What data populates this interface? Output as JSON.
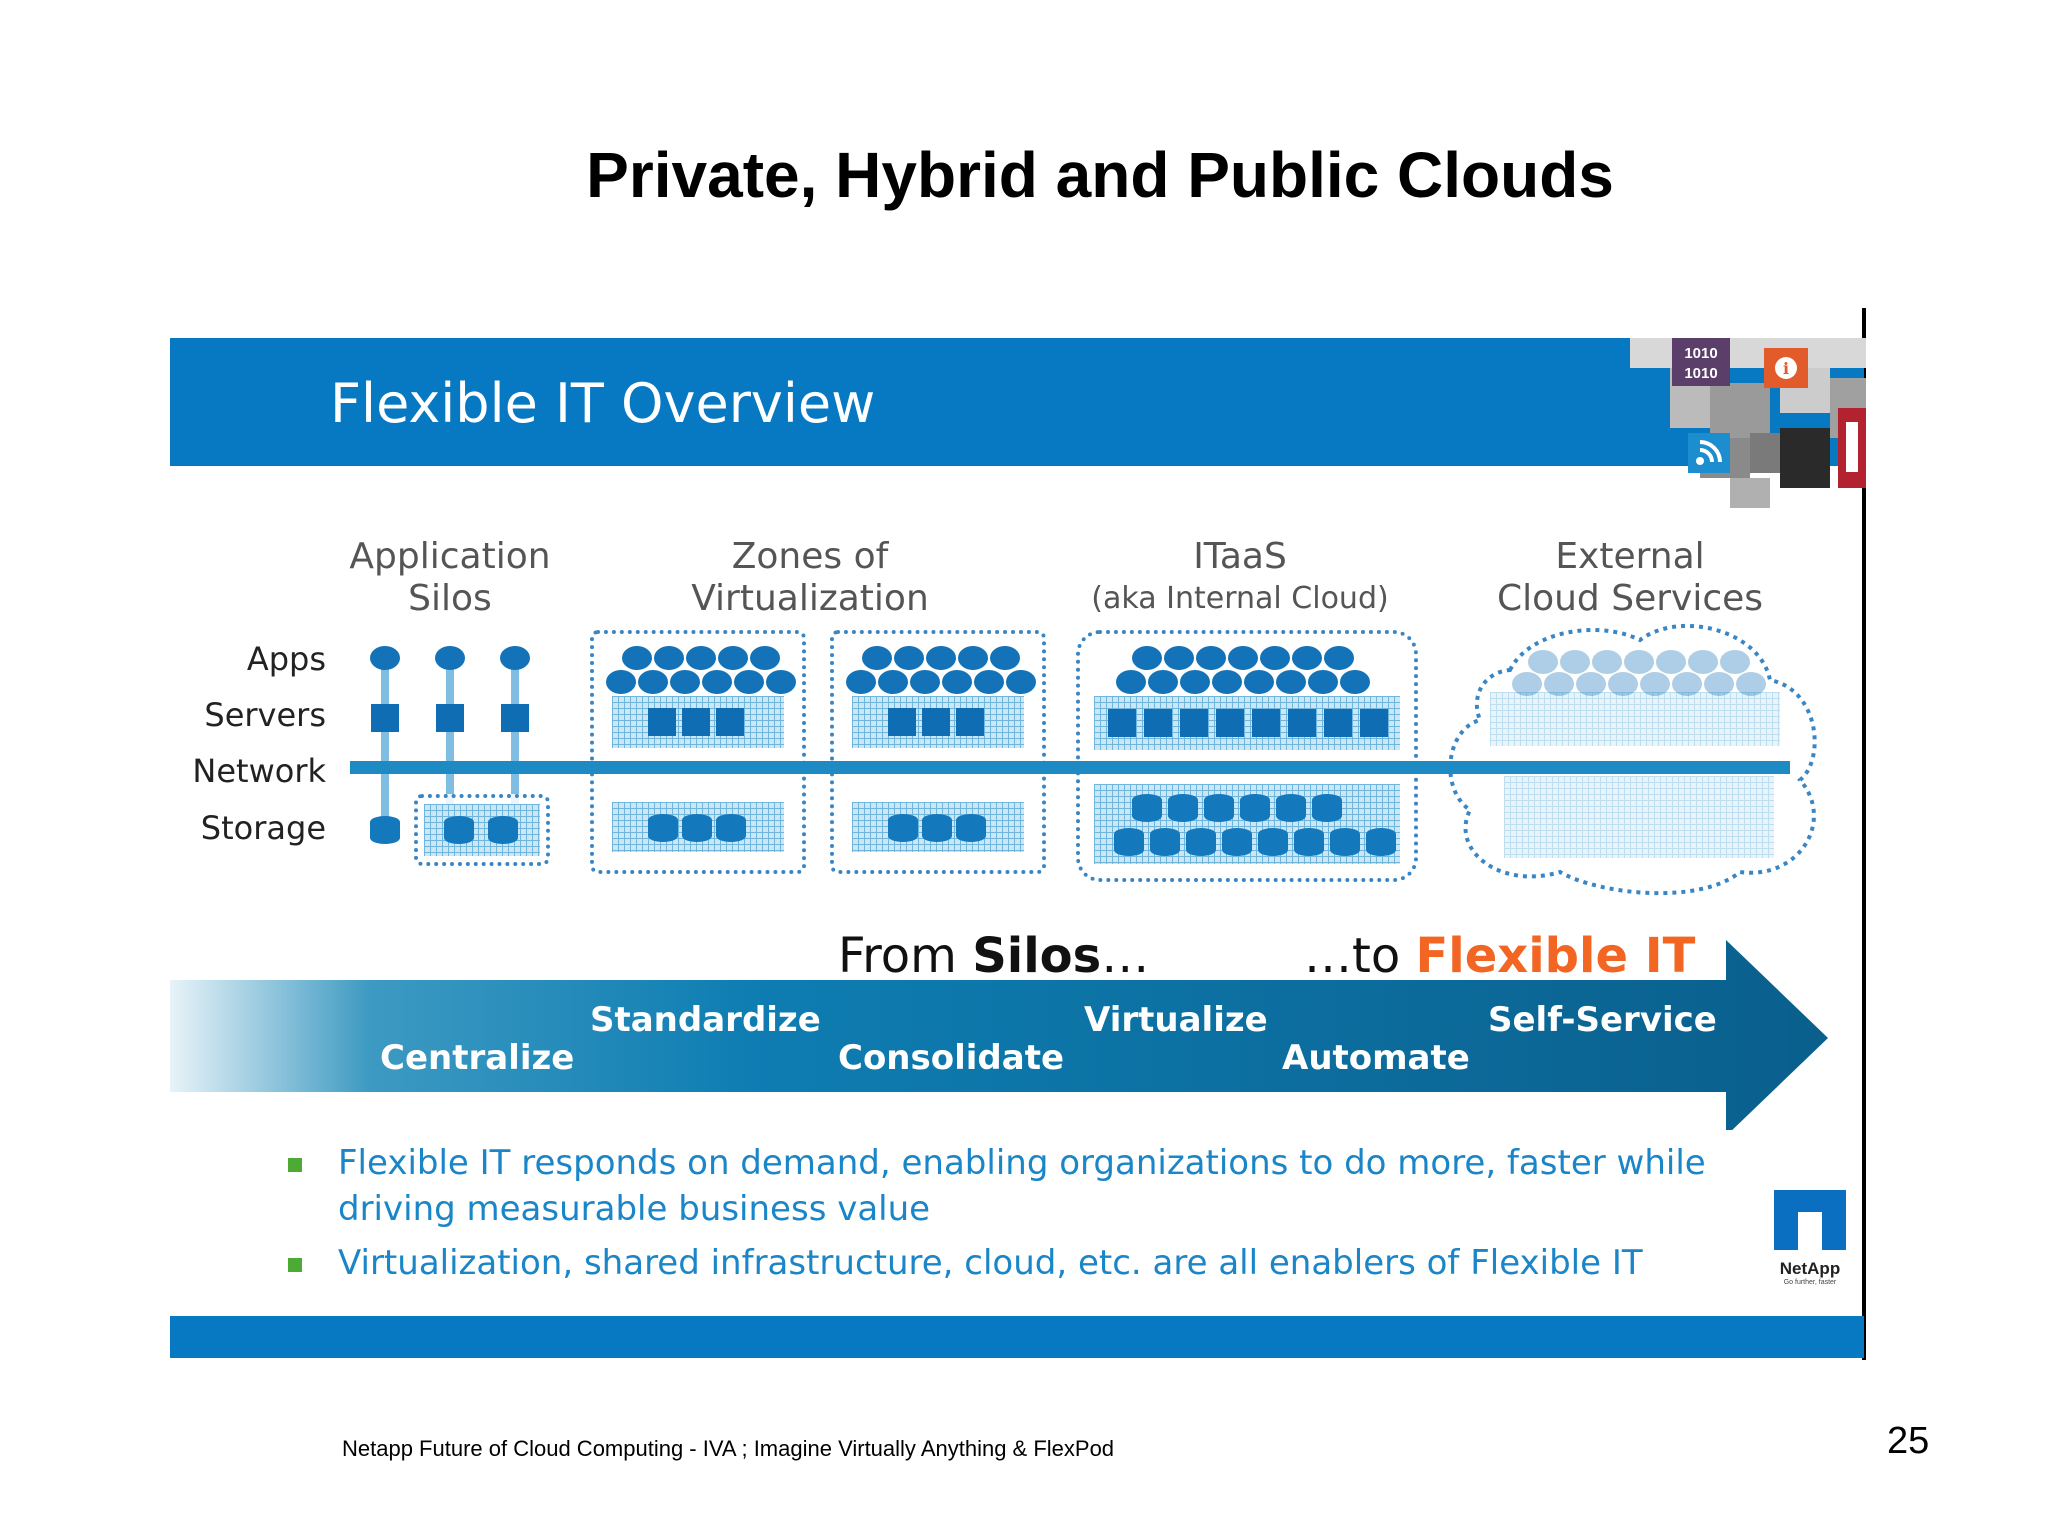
{
  "slide": {
    "title": "Private, Hybrid and Public Clouds",
    "footer": "Netapp Future of Cloud Computing - IVA ; Imagine Virtually Anything & FlexPod",
    "page_number": "25"
  },
  "panel": {
    "header_title": "Flexible IT Overview",
    "header_icons": [
      "binary-1010-icon",
      "info-icon",
      "rss-icon"
    ],
    "binary_text": [
      "1010",
      "1010"
    ],
    "columns": [
      {
        "title_lines": [
          "Application",
          "Silos"
        ]
      },
      {
        "title_lines": [
          "Zones of",
          "Virtualization"
        ]
      },
      {
        "title_lines": [
          "ITaaS",
          "(aka Internal Cloud)"
        ]
      },
      {
        "title_lines": [
          "External",
          "Cloud Services"
        ]
      }
    ],
    "row_labels": [
      "Apps",
      "Servers",
      "Network",
      "Storage"
    ],
    "transition": {
      "from_prefix": "From ",
      "from_word": "Silos",
      "from_suffix": "…",
      "to_prefix": "…to ",
      "to_word": "Flexible IT"
    },
    "steps": [
      {
        "label": "Centralize"
      },
      {
        "label": "Standardize"
      },
      {
        "label": "Consolidate"
      },
      {
        "label": "Virtualize"
      },
      {
        "label": "Automate"
      },
      {
        "label": "Self-Service"
      }
    ],
    "bullets": [
      "Flexible IT responds on demand, enabling organizations to do more, faster while driving measurable business value",
      "Virtualization, shared infrastructure, cloud, etc. are all enablers of Flexible IT"
    ],
    "logo": {
      "name": "NetApp",
      "tagline": "Go further, faster"
    },
    "colors": {
      "brand_blue": "#0778c2",
      "accent_orange": "#f26522",
      "bullet_green": "#4daa35",
      "text_blue": "#1a86c8"
    }
  }
}
